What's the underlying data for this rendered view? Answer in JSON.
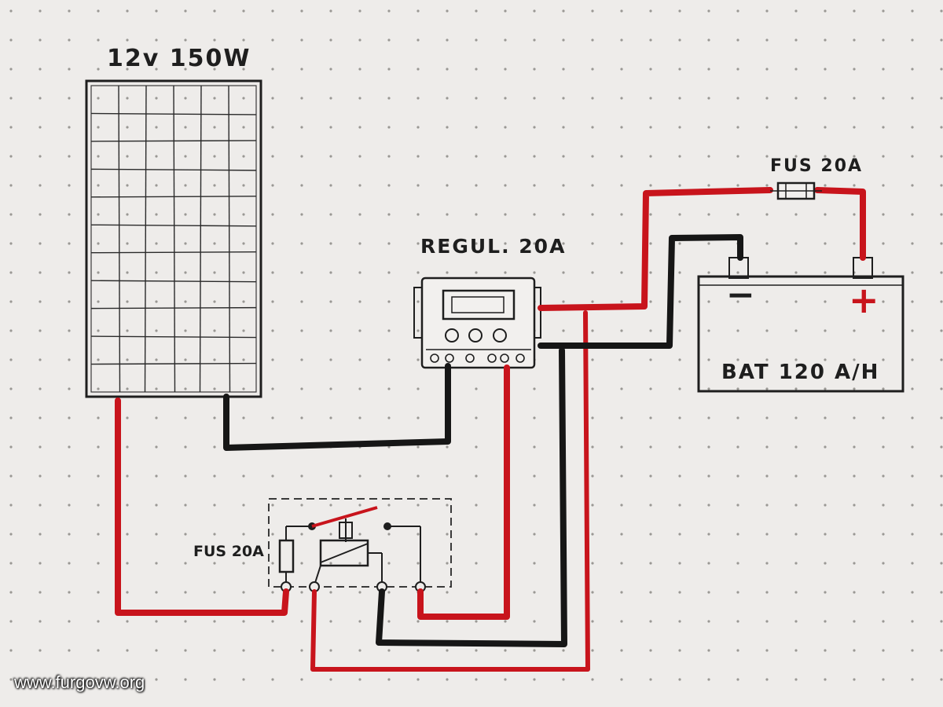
{
  "labels": {
    "panel": "12v 150W",
    "regulator": "REGUL. 20A",
    "fuse_battery": "FUS 20A",
    "battery": "BAT 120 A/H",
    "fuse_relay": "FUS 20A",
    "battery_minus": "−",
    "battery_plus": "+"
  },
  "watermark": "www.furgovw.org",
  "colors": {
    "paper": "#eeecea",
    "dot": "#9a9894",
    "ink": "#1e1e1e",
    "red_wire": "#c8141c",
    "black_wire": "#161616"
  }
}
